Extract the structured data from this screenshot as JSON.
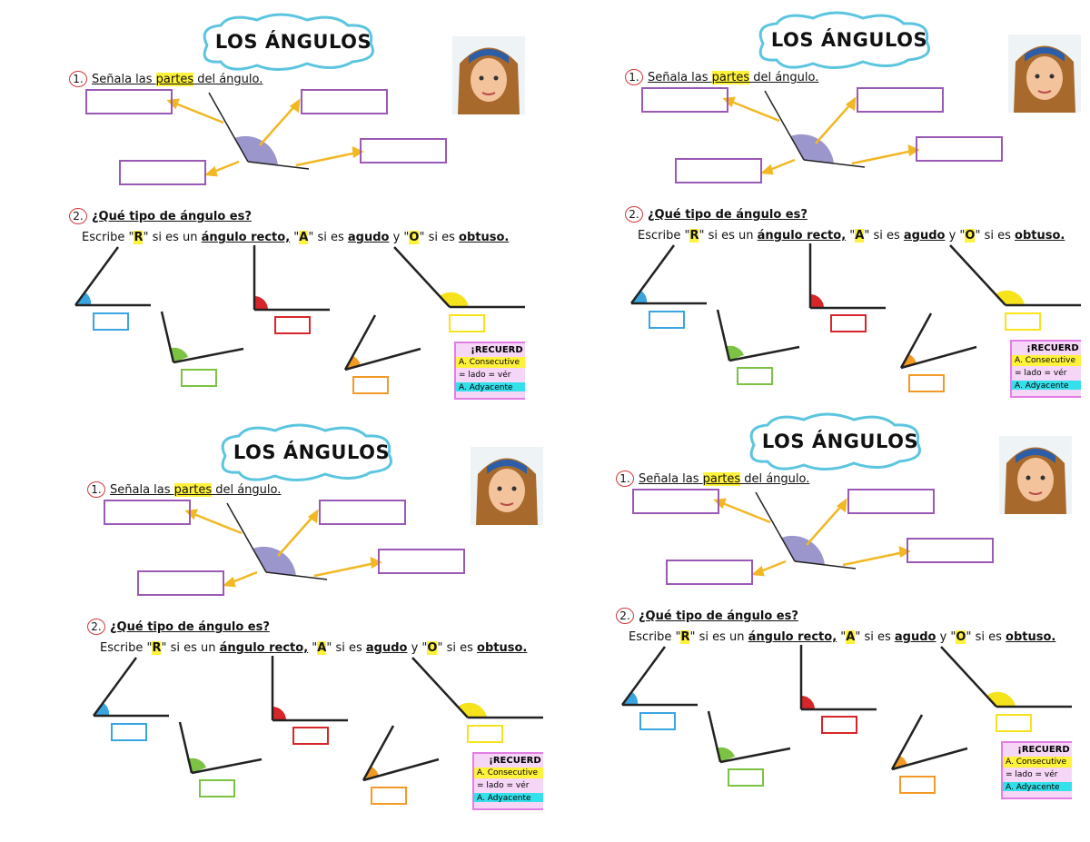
{
  "worksheet": {
    "title": "LOS ÁNGULOS",
    "q1": {
      "number": "1.",
      "text_before": "Señala las ",
      "highlight": "partes",
      "text_after": " del ángulo."
    },
    "q2": {
      "number": "2.",
      "title": "¿Qué tipo de ángulo es?",
      "instr_1": "Escribe \"",
      "letter_r": "R",
      "instr_2": "\" si es un ",
      "recto": "ángulo recto,",
      "instr_3": " \"",
      "letter_a": "A",
      "instr_4": "\" si es ",
      "agudo": "agudo",
      "instr_5": " y \"",
      "letter_o": "O",
      "instr_6": "\" si es ",
      "obtuso": "obtuso."
    },
    "remember": {
      "heading": "¡RECUERD",
      "row1": "A. Consecutive",
      "row2": "= lado = vér",
      "row3": "A. Adyacente"
    }
  },
  "colors": {
    "purple_box": "#9b59b6",
    "angle_fill": "#9b96cc",
    "arrow": "#f1b823",
    "highlight": "#fff23a",
    "blue": "#3aa6e0",
    "red": "#d7262a",
    "yellow": "#f7e31b",
    "green": "#7cc243",
    "orange": "#f39a26",
    "cloud": "#5bc5e0"
  }
}
